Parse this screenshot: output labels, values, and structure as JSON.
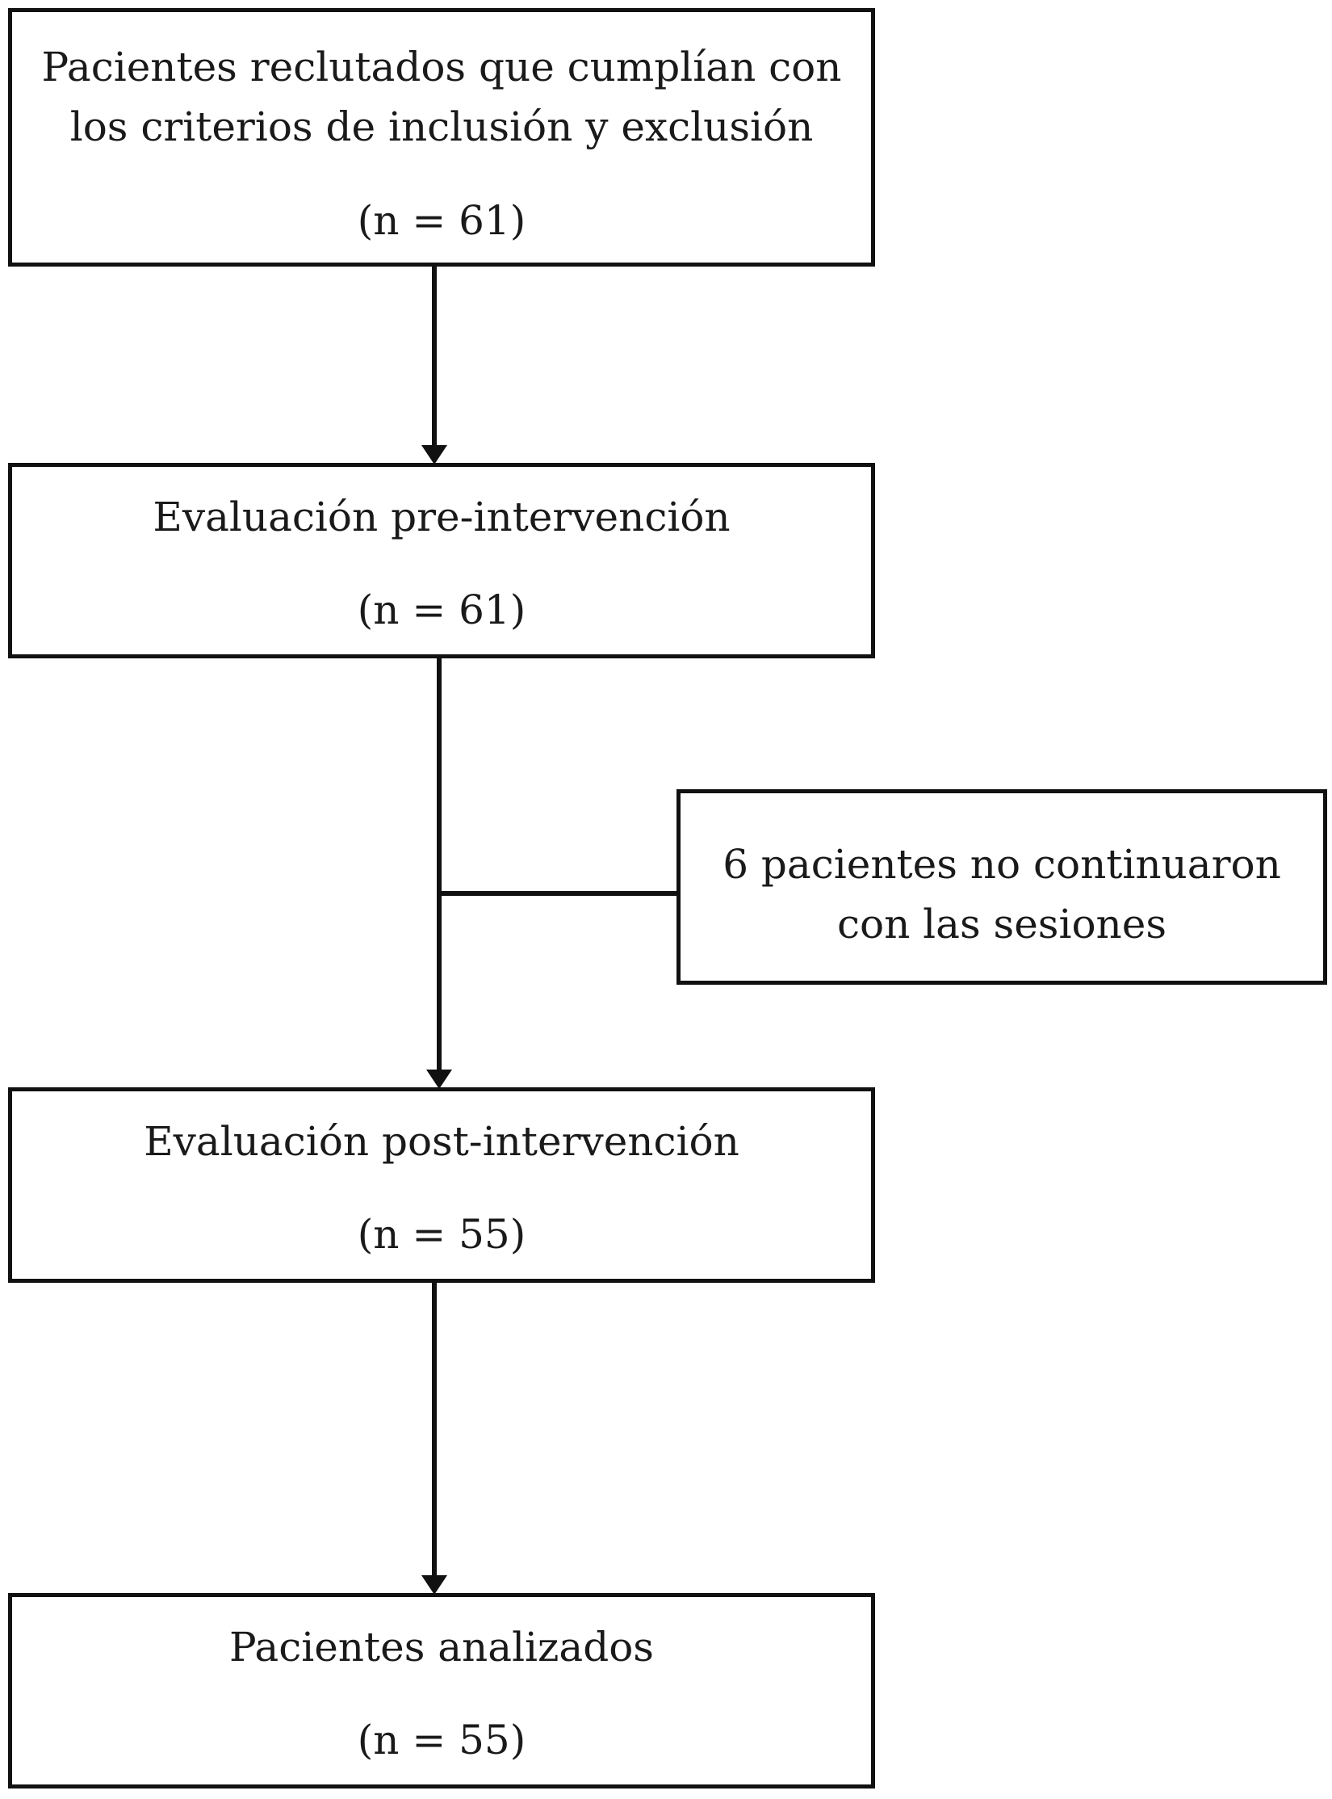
{
  "boxes": {
    "recruited": {
      "line1": "Pacientes reclutados que cumplían con",
      "line2": "los criterios de inclusión y exclusión",
      "count": "(n = 61)"
    },
    "pre": {
      "label": "Evaluación pre-intervención",
      "count": "(n = 61)"
    },
    "dropout": {
      "line1": "6 pacientes no continuaron",
      "line2": "con las sesiones"
    },
    "post": {
      "label": "Evaluación post-intervención",
      "count": "(n = 55)"
    },
    "analyzed": {
      "label": "Pacientes analizados",
      "count": "(n = 55)"
    }
  },
  "colors": {
    "line": "#111111",
    "text": "#1a1a1a",
    "background": "#ffffff"
  }
}
